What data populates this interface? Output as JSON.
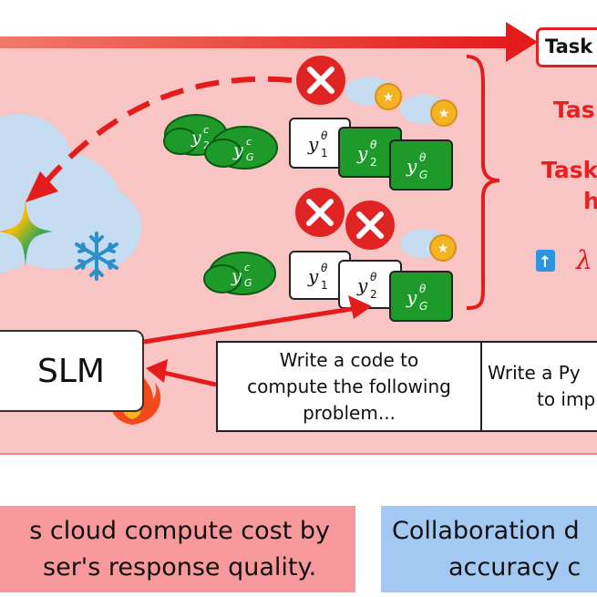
{
  "task_label": "Task",
  "right_labels": [
    "Tas",
    "Task",
    "h"
  ],
  "lambda_symbol": "λ",
  "up_arrow": "↑",
  "slm_label": "SLM",
  "prompt_1": [
    "Write a code to",
    "compute the following",
    "problem..."
  ],
  "prompt_2": [
    "Write a Py",
    "to imp"
  ],
  "bottom_left": [
    "s cloud compute cost by",
    "ser's response quality."
  ],
  "bottom_right": [
    "Collaboration d",
    "accuracy c"
  ],
  "cloud_labels": {
    "yc2": "y",
    "yc2_sup": "c",
    "yc2_sub": "2",
    "ycG": "y",
    "ycG_sup": "c",
    "ycG_sub": "G"
  },
  "response_labels": {
    "y": "y",
    "theta": "θ",
    "sub1": "1",
    "sub2": "2",
    "subG": "G"
  },
  "colors": {
    "panel_bg": "#f9c4c4",
    "arrow_red": "#e41c1c",
    "green_box": "#1e9a2a",
    "snowflake": "#2c8fc9",
    "coin": "#f4b322"
  },
  "icons": [
    "x-mark-icon",
    "sun-cloud-icon",
    "snowflake-icon",
    "fire-icon",
    "gemini-star-icon",
    "up-arrow-icon"
  ]
}
